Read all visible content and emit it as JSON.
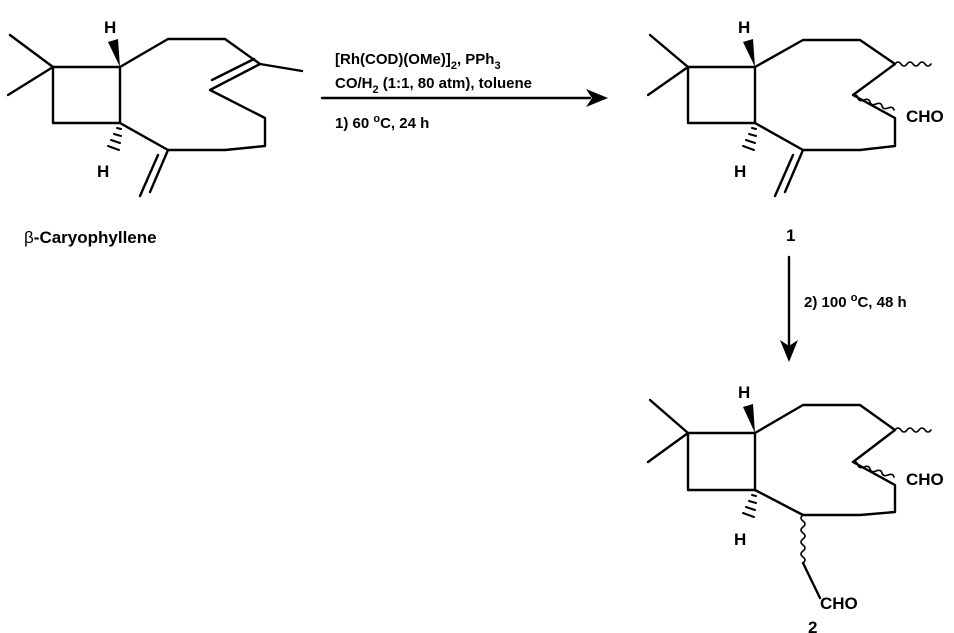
{
  "atoms": {
    "H": "H",
    "CHO": "CHO"
  },
  "reagents": {
    "line1_main": "[Rh(COD)(OMe)]",
    "line1_sub": "2",
    "line1_end": ", PPh",
    "line1_sub2": "3",
    "line2_main": "CO/H",
    "line2_sub": "2",
    "line2_end": " (1:1, 80 atm), toluene",
    "step1_pre": "1) 60 ",
    "step1_sup": "o",
    "step1_post": "C, 24 h"
  },
  "step2": {
    "pre": "2) 100 ",
    "sup": "o",
    "post": "C, 48 h"
  },
  "labels": {
    "start_greek": "β",
    "start_rest": "-Caryophyllene",
    "product1": "1",
    "product2": "2"
  }
}
